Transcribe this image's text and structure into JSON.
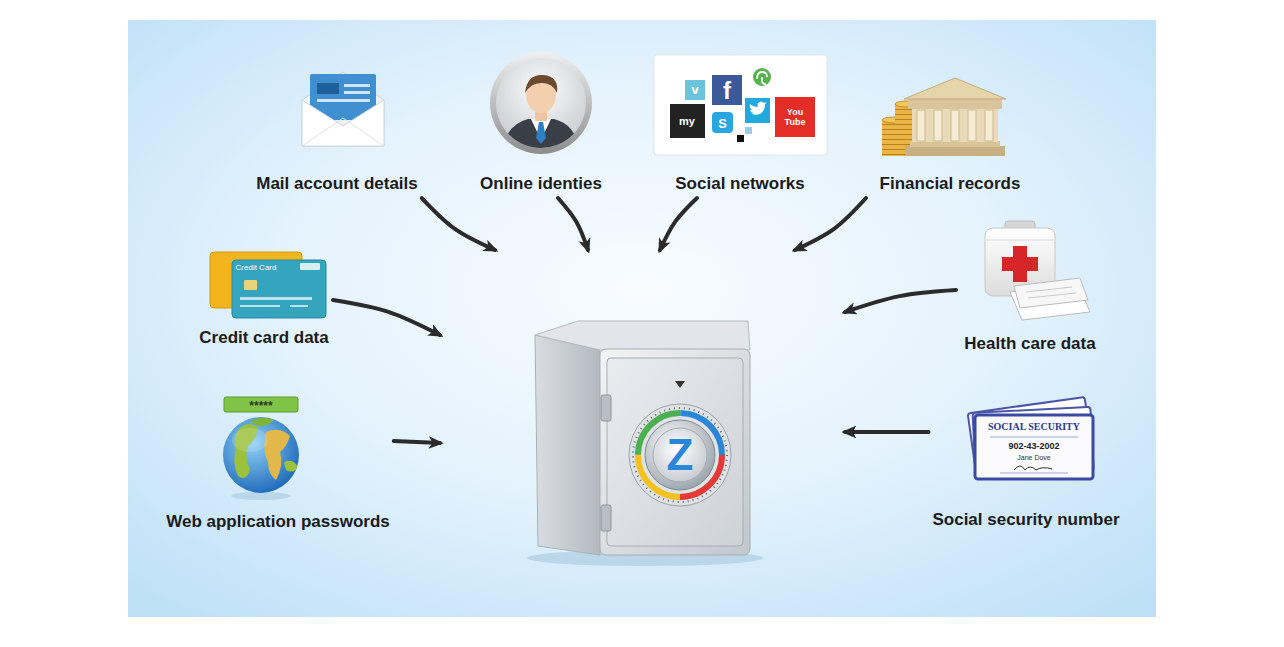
{
  "diagram": {
    "nodes": [
      {
        "text": [
          "Mail account details"
        ]
      },
      {
        "text": [
          "Online identies"
        ]
      },
      {
        "text": [
          "Social networks"
        ]
      },
      {
        "text": [
          "Financial records"
        ]
      },
      {
        "text": [
          "Credit card data"
        ]
      },
      {
        "text": [
          "Health care data"
        ]
      },
      {
        "text": [
          "Z"
        ]
      },
      {
        "text": [
          "Web application passwords"
        ]
      },
      {
        "text": [
          "Social security number"
        ]
      }
    ],
    "edges": [
      {
        "from": 0,
        "to": 6,
        "arrow": "to"
      },
      {
        "from": 1,
        "to": 6,
        "arrow": "to"
      },
      {
        "from": 2,
        "to": 6,
        "arrow": "to"
      },
      {
        "from": 3,
        "to": 6,
        "arrow": "to"
      },
      {
        "from": 4,
        "to": 6,
        "arrow": "to"
      },
      {
        "from": 5,
        "to": 6,
        "arrow": "to"
      },
      {
        "from": 7,
        "to": 6,
        "arrow": "to"
      },
      {
        "from": 8,
        "to": 6,
        "arrow": "to"
      }
    ],
    "labels": [
      "v",
      "f",
      "my",
      "S",
      "You Tube",
      "Credit Card",
      "*****",
      "SOCIAL SECURITY",
      "902-43-2002",
      "Jane Dove"
    ]
  }
}
